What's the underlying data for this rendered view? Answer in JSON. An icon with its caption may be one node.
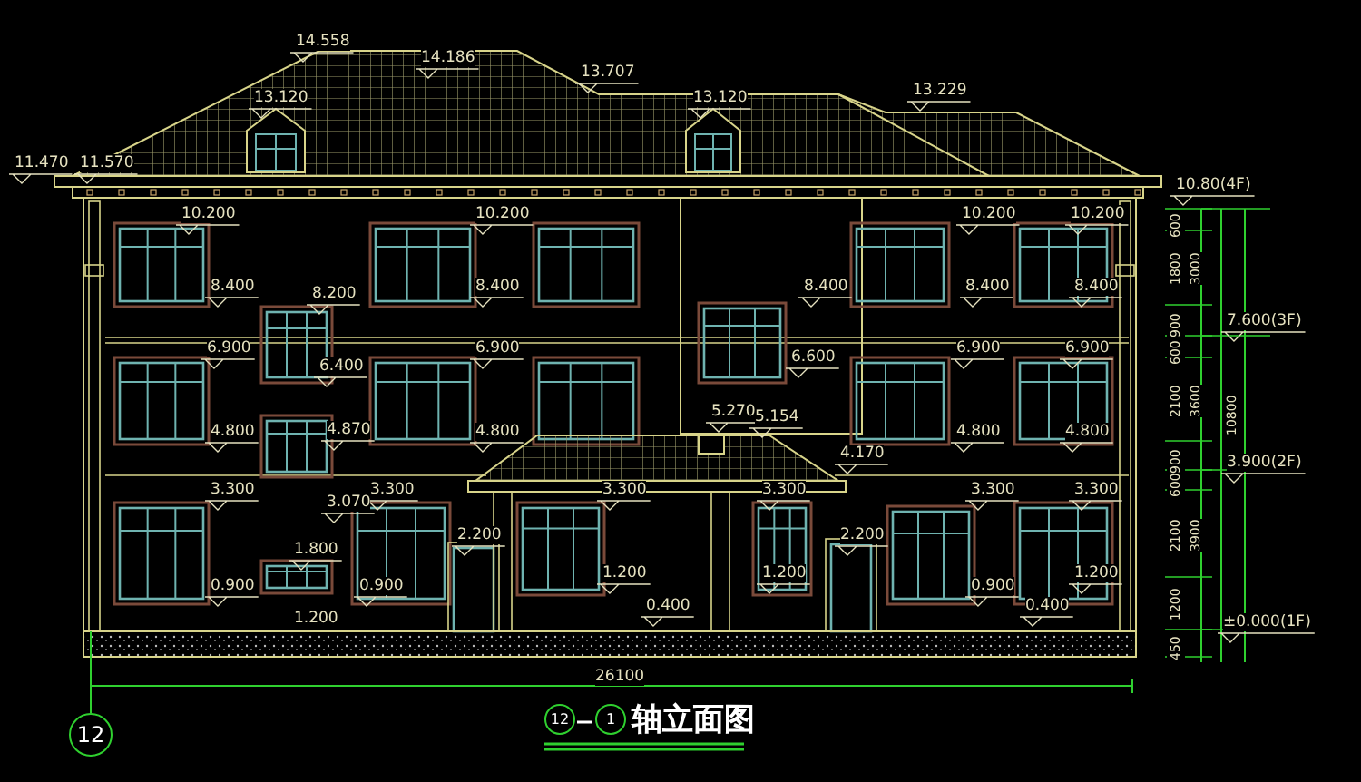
{
  "diagram": {
    "title": "轴立面图",
    "nodes": [
      {
        "text": [
          "12"
        ]
      },
      {
        "text": [
          "12"
        ]
      },
      {
        "text": [
          "1"
        ]
      }
    ],
    "labels": [
      "14.558",
      "14.186",
      "13.120",
      "13.707",
      "13.120",
      "13.229",
      "11.470",
      "11.570",
      "10.200",
      "10.200",
      "10.200",
      "10.200",
      "8.400",
      "8.200",
      "8.400",
      "8.400",
      "8.400",
      "8.400",
      "6.900",
      "6.400",
      "6.900",
      "6.600",
      "6.900",
      "6.900",
      "4.800",
      "4.870",
      "4.800",
      "5.270",
      "5.154",
      "4.170",
      "4.800",
      "4.800",
      "3.300",
      "3.070",
      "3.300",
      "3.300",
      "3.300",
      "3.300",
      "3.300",
      "1.800",
      "2.200",
      "2.200",
      "0.900",
      "0.900",
      "1.200",
      "1.200",
      "0.900",
      "1.200",
      "0.400",
      "0.400",
      "1.200",
      "26100",
      "10.80(4F)",
      "600",
      "1800",
      "3000",
      "900",
      "7.600(3F)",
      "600",
      "2100",
      "3600",
      "10800",
      "900",
      "3.900(2F)",
      "600",
      "2100",
      "3900",
      "1200",
      "±0.000(1F)",
      "450"
    ]
  }
}
